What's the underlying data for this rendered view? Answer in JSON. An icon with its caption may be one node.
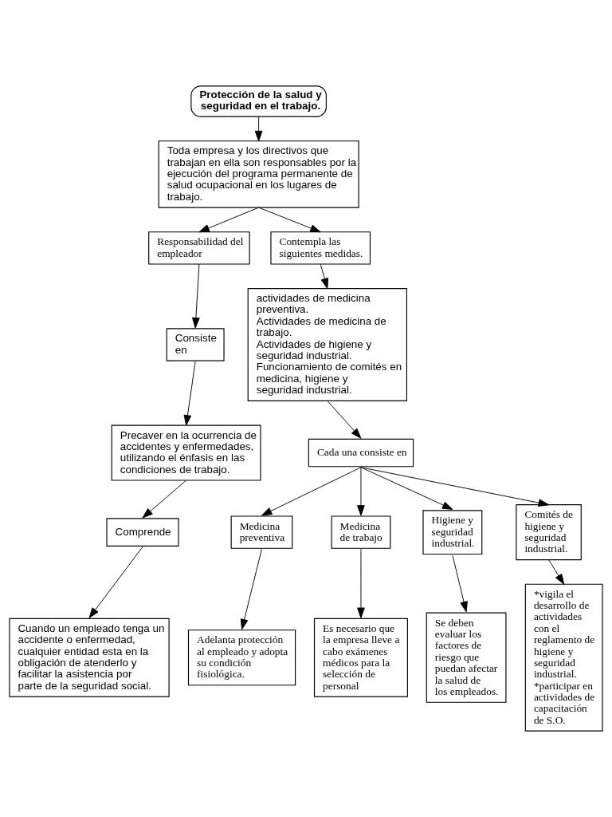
{
  "diagram": {
    "nodes": [
      {
        "text": [
          "Protección de la salud y seguridad en el trabajo."
        ]
      },
      {
        "text": [
          "Toda empresa y los directivos que trabajan en ella son responsables por la ejecución del programa permanente de salud ocupacional en los lugares de trabajo."
        ]
      },
      {
        "text": [
          "Responsabilidad del empleador"
        ]
      },
      {
        "text": [
          "Contempla las siguientes medidas."
        ]
      },
      {
        "text": [
          "Consiste en"
        ]
      },
      {
        "text": [
          "Precaver en la ocurrencia de accidentes y enfermedades, utilizando el énfasis en las condiciones de trabajo."
        ]
      },
      {
        "text": [
          "Comprende"
        ]
      },
      {
        "text": [
          "Cuando un empleado tenga un accidente o enfermedad, cualquier entidad esta en la obligación de atenderlo y facilitar la asistencia por parte de la seguridad social."
        ]
      },
      {
        "text": [
          "actividades de medicina preventiva.",
          "Actividades de medicina de trabajo.",
          "Actividades de higiene y seguridad industrial.",
          "Funcionamiento de comités en medicina, higiene y seguridad industrial."
        ]
      },
      {
        "text": [
          "Cada una consiste en"
        ]
      },
      {
        "text": [
          "Medicina preventiva"
        ]
      },
      {
        "text": [
          "Medicina de trabajo"
        ]
      },
      {
        "text": [
          "Higiene y seguridad industrial."
        ]
      },
      {
        "text": [
          "Comités de higiene y seguridad industrial."
        ]
      },
      {
        "text": [
          "Adelanta protección al empleado y adopta su condición fisiológica."
        ]
      },
      {
        "text": [
          "Es necesario que la empresa lleve a cabo exámenes médicos para la selección de personal"
        ]
      },
      {
        "text": [
          "Se deben evaluar los factores de riesgo que puedan afectar la salud de los empleados."
        ]
      },
      {
        "text": [
          "*vigila el desarrollo de actividades con el reglamento de higiene y seguridad industrial.",
          "*participar en actividades de capacitación de S.O."
        ]
      }
    ],
    "edges": [
      {
        "from": 0,
        "to": 1,
        "arrow": "to"
      },
      {
        "from": 1,
        "to": 2,
        "arrow": "to"
      },
      {
        "from": 1,
        "to": 3,
        "arrow": "to"
      },
      {
        "from": 2,
        "to": 4,
        "arrow": "to"
      },
      {
        "from": 4,
        "to": 5,
        "arrow": "to"
      },
      {
        "from": 5,
        "to": 6,
        "arrow": "to"
      },
      {
        "from": 6,
        "to": 7,
        "arrow": "to"
      },
      {
        "from": 3,
        "to": 8,
        "arrow": "to"
      },
      {
        "from": 8,
        "to": 9,
        "arrow": "to"
      },
      {
        "from": 9,
        "to": 10,
        "arrow": "to"
      },
      {
        "from": 9,
        "to": 11,
        "arrow": "to"
      },
      {
        "from": 9,
        "to": 12,
        "arrow": "to"
      },
      {
        "from": 9,
        "to": 13,
        "arrow": "to"
      },
      {
        "from": 10,
        "to": 14,
        "arrow": "to"
      },
      {
        "from": 11,
        "to": 15,
        "arrow": "to"
      },
      {
        "from": 12,
        "to": 16,
        "arrow": "to"
      },
      {
        "from": 13,
        "to": 17,
        "arrow": "to"
      }
    ]
  }
}
